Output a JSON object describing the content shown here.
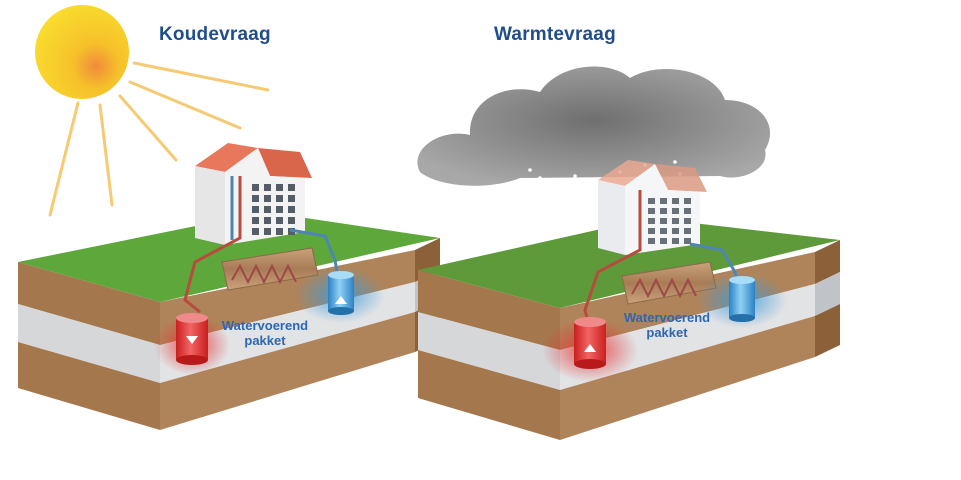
{
  "panels": [
    {
      "title": "Koudevraag",
      "layer_label_line1": "Watervoerend",
      "layer_label_line2": "pakket"
    },
    {
      "title": "Warmtevraag",
      "layer_label_line1": "Watervoerend",
      "layer_label_line2": "pakket"
    }
  ],
  "colors": {
    "title_blue": "#1f4e8c",
    "label_blue": "#2e66b0",
    "grass": "#5ea73a",
    "soil": "#a5774c",
    "aquifer": "#d9dadc",
    "warm_well": "#e03a3a",
    "cold_well": "#3d9ad9",
    "sun": "#f7d322",
    "cloud": "#8b8b8b"
  },
  "icons": [
    "sun-icon",
    "cloud-icon",
    "snow-icon",
    "building-icon",
    "heat-exchanger-icon",
    "warm-well-icon",
    "cold-well-icon"
  ]
}
